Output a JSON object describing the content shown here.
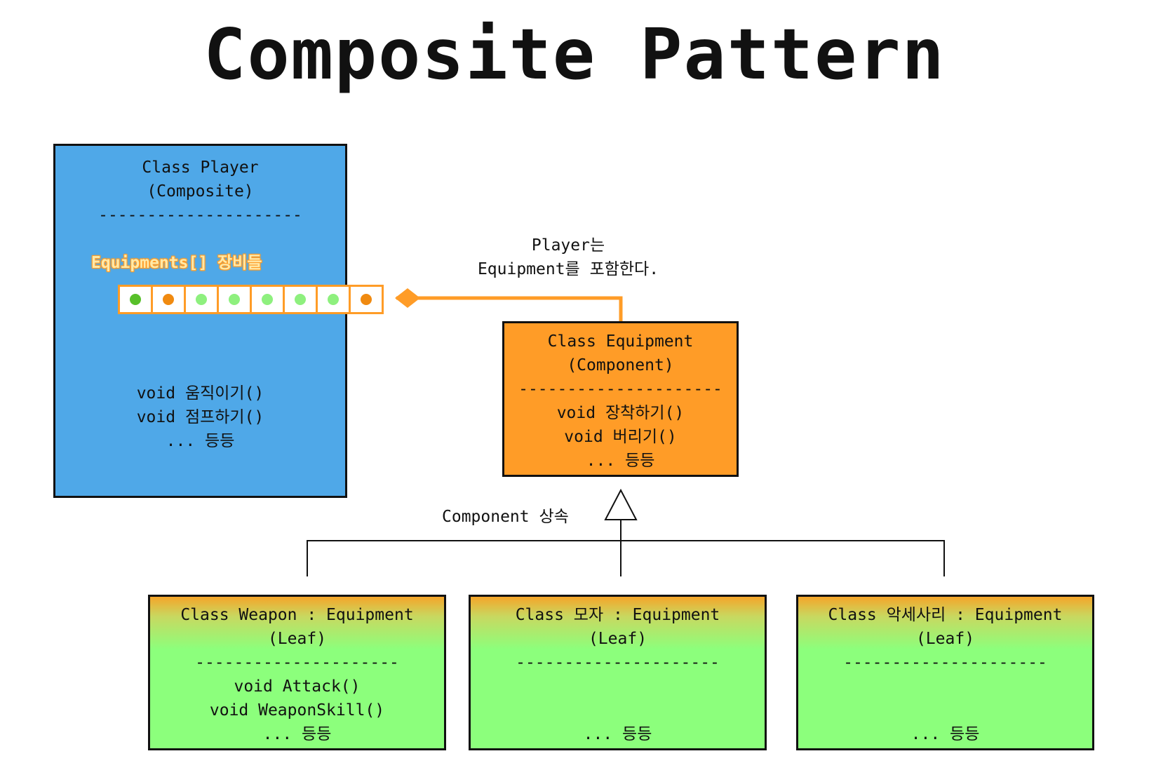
{
  "title": "Composite Pattern",
  "player": {
    "class_line": "Class Player",
    "role_line": "(Composite)",
    "divider": "---------------------",
    "field_label": "Equipments[] 장비들",
    "array_dots": [
      "#58c02a",
      "#f08a10",
      "#8ef07e",
      "#8ef07e",
      "#8ef07e",
      "#8ef07e",
      "#8ef07e",
      "#f08a10"
    ],
    "methods": [
      "void 움직이기()",
      "void 점프하기()",
      "... 등등"
    ]
  },
  "equipment": {
    "class_line": "Class Equipment",
    "role_line": "(Component)",
    "divider": "---------------------",
    "methods": [
      "void 장착하기()",
      "void 버리기()",
      "... 등등"
    ]
  },
  "notes": {
    "contains_line1": "Player는",
    "contains_line2": "Equipment를 포함한다.",
    "inherit": "Component 상속"
  },
  "leaves": [
    {
      "class_line": "Class Weapon : Equipment",
      "role_line": "(Leaf)",
      "divider": "---------------------",
      "methods": [
        "void Attack()",
        "void WeaponSkill()",
        "... 등등"
      ]
    },
    {
      "class_line": "Class 모자 : Equipment",
      "role_line": "(Leaf)",
      "divider": "---------------------",
      "methods": [
        "",
        "",
        "... 등등"
      ]
    },
    {
      "class_line": "Class 악세사리 : Equipment",
      "role_line": "(Leaf)",
      "divider": "---------------------",
      "methods": [
        "",
        "",
        "... 등등"
      ]
    }
  ],
  "colors": {
    "player_fill": "#4fa8e8",
    "component_fill": "#ff9c27",
    "leaf_fill": "#8cff7c",
    "aggregation_line": "#ff9c27"
  }
}
